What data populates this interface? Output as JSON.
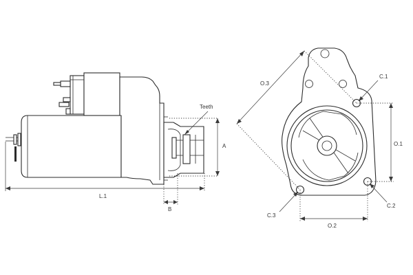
{
  "side_view": {
    "labels": {
      "teeth": "Teeth",
      "a": "A",
      "b": "B",
      "l1": "L.1"
    }
  },
  "front_view": {
    "labels": {
      "o3": "O.3",
      "c1": "C.1",
      "o1": "O.1",
      "c2": "C.2",
      "c3": "C.3",
      "o2": "O.2"
    }
  }
}
